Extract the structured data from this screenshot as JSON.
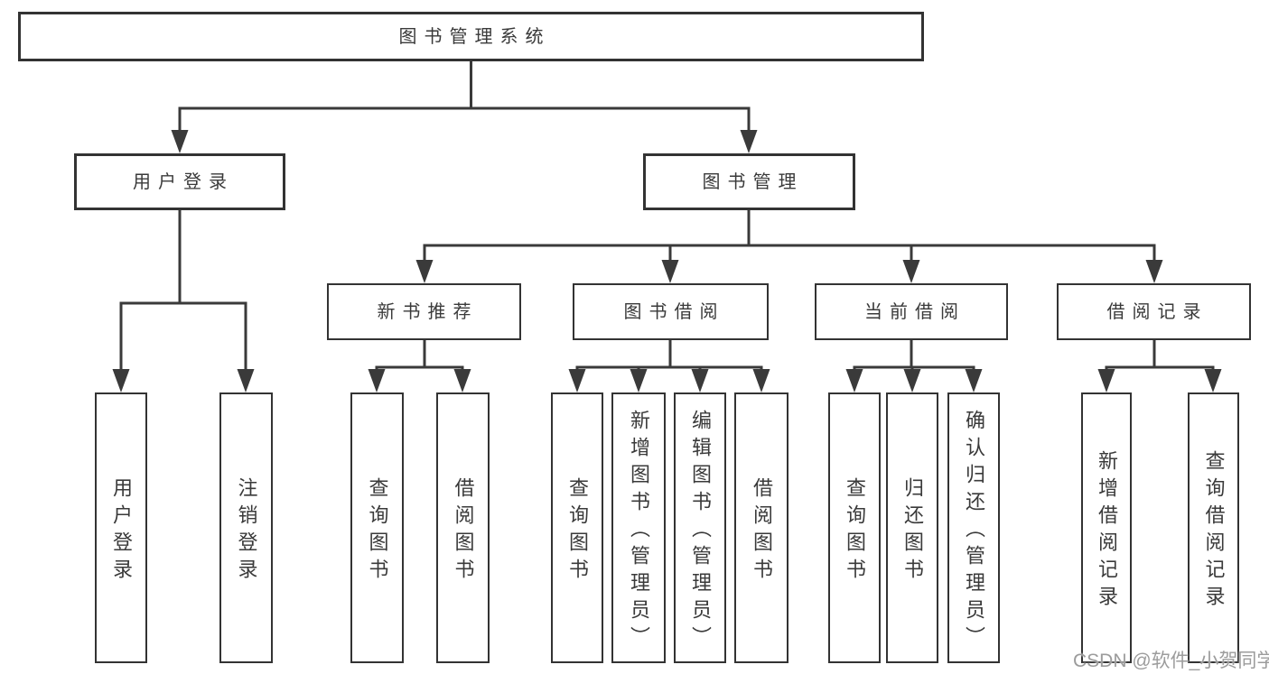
{
  "watermark": "CSDN @软件_小贺同学",
  "colors": {
    "line": "#3a3a3a",
    "box_border": "#333333",
    "text": "#3a3a3a",
    "background": "#ffffff",
    "watermark": "#9c9c9c"
  },
  "diagram": {
    "type": "hierarchy",
    "root": {
      "label": "图书管理系统"
    },
    "branches": {
      "userLogin": {
        "label": "用户登录",
        "children": {
          "login": {
            "label": "用户登录"
          },
          "logout": {
            "label": "注销登录"
          }
        }
      },
      "bookMgmt": {
        "label": "图书管理",
        "sections": {
          "newBookRec": {
            "label": "新书推荐",
            "children": {
              "query": {
                "label": "查询图书"
              },
              "borrow": {
                "label": "借阅图书"
              }
            }
          },
          "bookBorrow": {
            "label": "图书借阅",
            "children": {
              "query": {
                "label": "查询图书"
              },
              "add": {
                "label": "新增图书（管理员）"
              },
              "edit": {
                "label": "编辑图书（管理员）"
              },
              "borrow": {
                "label": "借阅图书"
              }
            }
          },
          "currentBorrow": {
            "label": "当前借阅",
            "children": {
              "query": {
                "label": "查询图书"
              },
              "return": {
                "label": "归还图书"
              },
              "confirmReturn": {
                "label": "确认归还（管理员）"
              }
            }
          },
          "borrowRecords": {
            "label": "借阅记录",
            "children": {
              "add": {
                "label": "新增借阅记录"
              },
              "query": {
                "label": "查询借阅记录"
              }
            }
          }
        }
      }
    }
  }
}
